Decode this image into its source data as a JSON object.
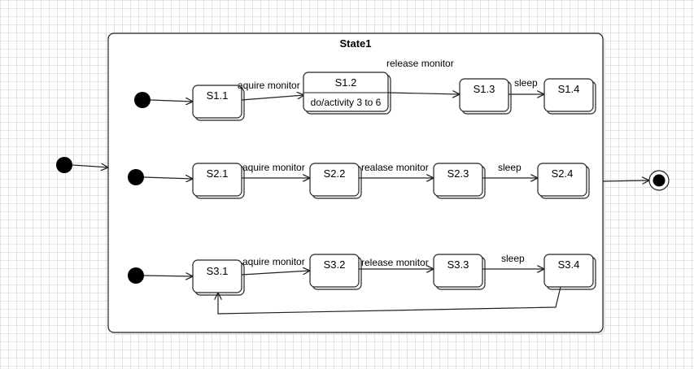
{
  "composite": {
    "title": "State1"
  },
  "states": {
    "s1_1": "S1.1",
    "s1_2": {
      "name": "S1.2",
      "activity": "do/activity 3 to 6"
    },
    "s1_3": "S1.3",
    "s1_4": "S1.4",
    "s2_1": "S2.1",
    "s2_2": "S2.2",
    "s2_3": "S2.3",
    "s2_4": "S2.4",
    "s3_1": "S3.1",
    "s3_2": "S3.2",
    "s3_3": "S3.3",
    "s3_4": "S3.4"
  },
  "transitions": {
    "r1_acquire": "aquire monitor",
    "r1_release": "release monitor",
    "r1_sleep": "sleep",
    "r2_acquire": "aquire monitor",
    "r2_release": "realase monitor",
    "r2_sleep": "sleep",
    "r3_acquire": "aquire monitor",
    "r3_release": "release monitor",
    "r3_sleep": "sleep"
  },
  "colors": {
    "line": "#222222",
    "grid": "#e3e3e3",
    "fill": "#ffffff"
  }
}
